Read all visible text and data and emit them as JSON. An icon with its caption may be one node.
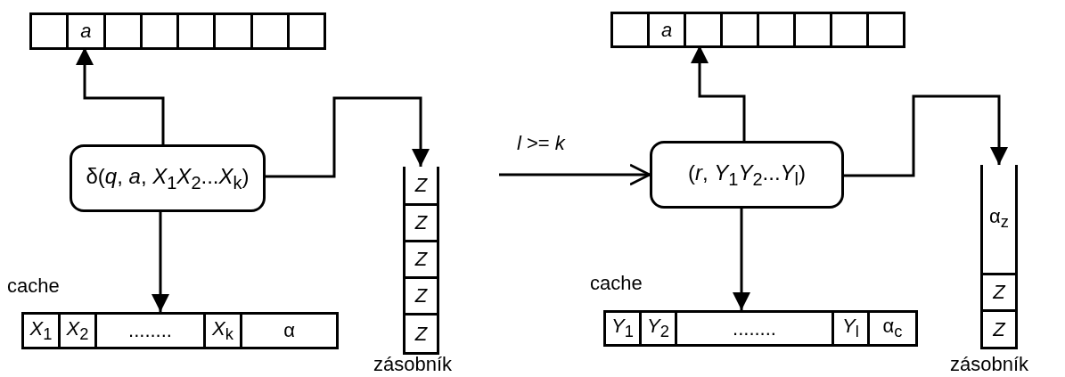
{
  "diagram": {
    "nodes": [
      {
        "text": [],
        "shape": "box"
      },
      {
        "text": [],
        "shape": "box",
        "in": 0
      },
      {
        "text": [
          "a"
        ],
        "in": 0
      },
      {
        "text": [],
        "shape": "box",
        "in": 0
      },
      {
        "text": [],
        "shape": "box",
        "in": 0
      },
      {
        "text": [],
        "shape": "box",
        "in": 0
      },
      {
        "text": [],
        "shape": "box",
        "in": 0
      },
      {
        "text": [],
        "shape": "box",
        "in": 0
      },
      {
        "text": [],
        "shape": "box",
        "in": 0
      },
      {
        "text": [
          "δ(*q*, *a*, *X*$_{1}$*X*$_{2}$...*X*$_{k}$)"
        ]
      },
      {
        "text": [],
        "shape": "box",
        "beside": [
          "cache"
        ]
      },
      {
        "text": [
          "*X*$_{1}$"
        ],
        "in": 10
      },
      {
        "text": [
          "*X*$_{2}$"
        ],
        "in": 10
      },
      {
        "text": [
          "........"
        ],
        "in": 10
      },
      {
        "text": [
          "*X*$_{k}$"
        ],
        "in": 10
      },
      {
        "text": [
          "α"
        ],
        "in": 10
      },
      {
        "text": [],
        "shape": "box",
        "beside": [
          "zásobník"
        ]
      },
      {
        "text": [
          "Z"
        ],
        "in": 16
      },
      {
        "text": [
          "Z"
        ],
        "in": 16
      },
      {
        "text": [
          "Z"
        ],
        "in": 16
      },
      {
        "text": [
          "Z"
        ],
        "in": 16
      },
      {
        "text": [
          "Z"
        ],
        "in": 16
      },
      {
        "text": [],
        "shape": "box"
      },
      {
        "text": [],
        "shape": "box",
        "in": 22
      },
      {
        "text": [
          "a"
        ],
        "in": 22
      },
      {
        "text": [],
        "shape": "box",
        "in": 22
      },
      {
        "text": [],
        "shape": "box",
        "in": 22
      },
      {
        "text": [],
        "shape": "box",
        "in": 22
      },
      {
        "text": [],
        "shape": "box",
        "in": 22
      },
      {
        "text": [],
        "shape": "box",
        "in": 22
      },
      {
        "text": [],
        "shape": "box",
        "in": 22
      },
      {
        "text": [
          "(*r*, *Y*$_{1}$*Y*$_{2}$...*Y*$_{l}$)"
        ]
      },
      {
        "text": [],
        "shape": "box",
        "beside": [
          "cache"
        ]
      },
      {
        "text": [
          "*Y*$_{1}$"
        ],
        "in": 32
      },
      {
        "text": [
          "*Y*$_{2}$"
        ],
        "in": 32
      },
      {
        "text": [
          "........"
        ],
        "in": 32
      },
      {
        "text": [
          "*Y*$_{l}$"
        ],
        "in": 32
      },
      {
        "text": [
          "α$_{c}$"
        ],
        "in": 32
      },
      {
        "text": [],
        "shape": "box",
        "beside": [
          "zásobník"
        ]
      },
      {
        "text": [
          "α$_{z}$"
        ],
        "in": 38
      },
      {
        "text": [
          "Z"
        ],
        "in": 38
      },
      {
        "text": [
          "Z"
        ],
        "in": 38
      }
    ],
    "edges": [
      {
        "from": 9,
        "to": 2,
        "arrow": "to"
      },
      {
        "from": 9,
        "to": 10,
        "arrow": "to"
      },
      {
        "from": 9,
        "to": 16,
        "arrow": "to"
      },
      {
        "from": null,
        "to": 31,
        "arrow": "to",
        "label": "*l* >= *k*"
      },
      {
        "from": 31,
        "to": 25,
        "arrow": "to"
      },
      {
        "from": 31,
        "to": 32,
        "arrow": "to"
      },
      {
        "from": 31,
        "to": 38,
        "arrow": "to"
      }
    ]
  }
}
